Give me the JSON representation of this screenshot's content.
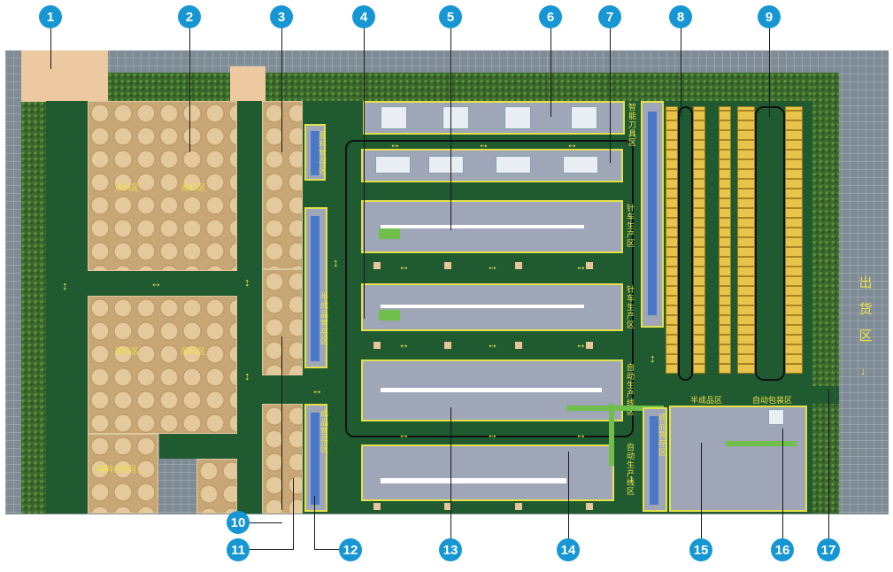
{
  "markers": [
    "1",
    "2",
    "3",
    "4",
    "5",
    "6",
    "7",
    "8",
    "9",
    "10",
    "11",
    "12",
    "13",
    "14",
    "15",
    "16",
    "17"
  ],
  "yard_labels": {
    "a": "原料区",
    "b": "原料区",
    "c": "原料区",
    "d": "原料区",
    "e": "辅料存放区"
  },
  "zones": {
    "smart_tool": "智能刀具区",
    "knit_1": "针车生产区",
    "knit_2": "针车生产区",
    "auto_line": "自动生产线区",
    "auto_line_2": "自动生产线区",
    "finished": "成品暂存区",
    "semi": "半成品区",
    "wh_1": "原料暂存区",
    "wh_2": "半成品暂存区",
    "wh_3": "成品暂存区",
    "auto_pack": "自动包装区",
    "outbound": "出货区",
    "outbound_arrow": "↓"
  },
  "colors": {
    "marker": "#1796d4",
    "road": "#1f5a30",
    "hall": "#9ea6b8",
    "label": "#f1e24a"
  }
}
